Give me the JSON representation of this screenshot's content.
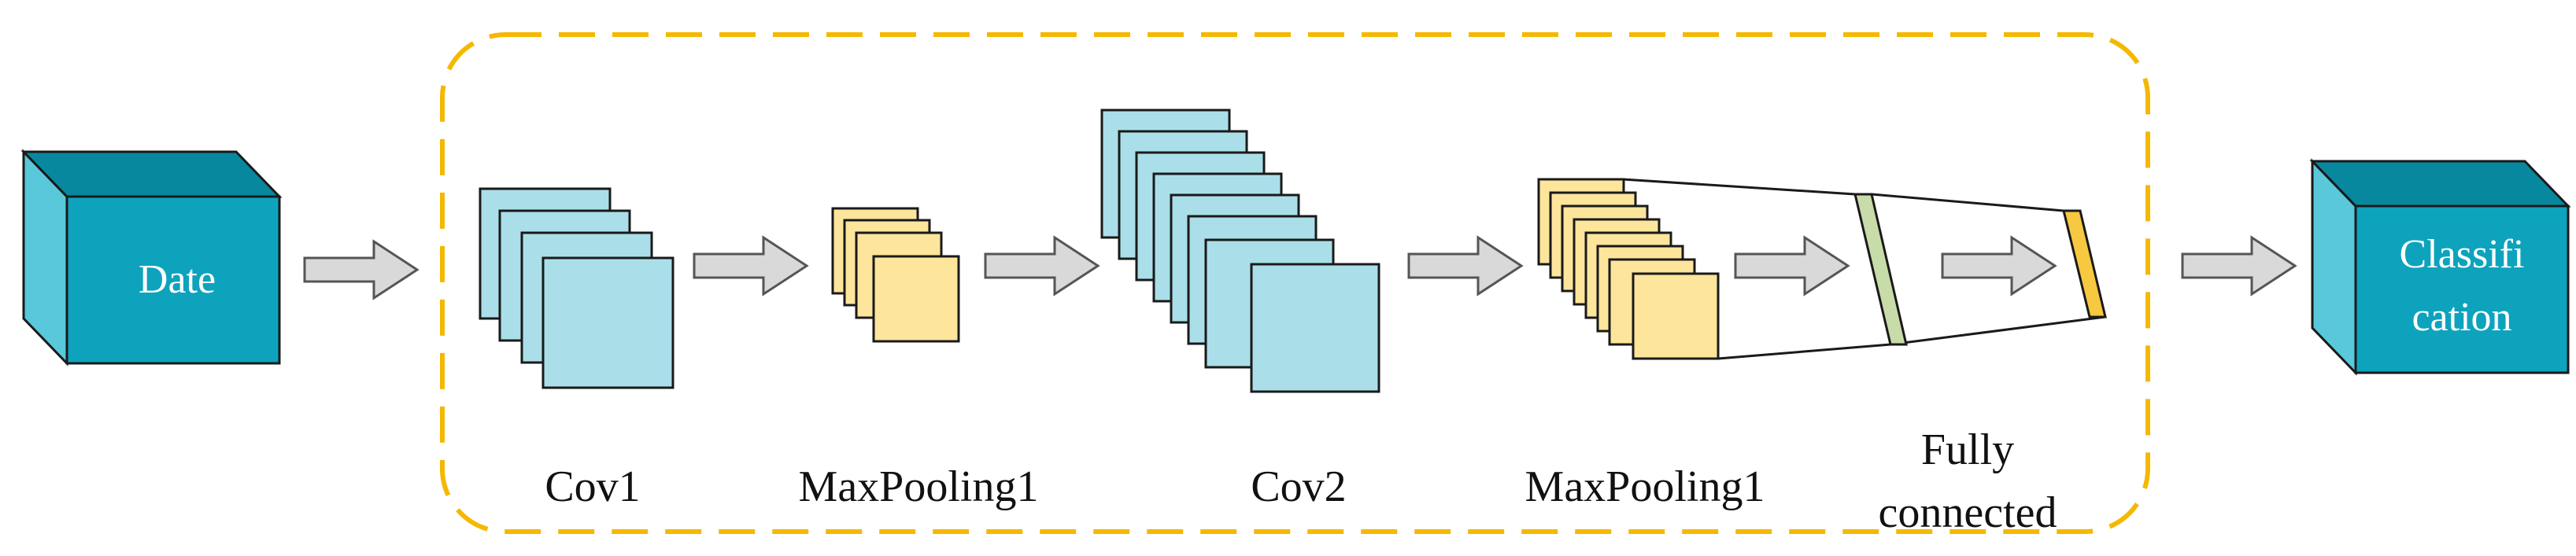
{
  "input_block": {
    "label": "Date"
  },
  "output_block": {
    "label_line1": "Classifi",
    "label_line2": "cation"
  },
  "layers": {
    "cov1": "Cov1",
    "maxpool1": "MaxPooling1",
    "cov2": "Cov2",
    "maxpool2": "MaxPooling1",
    "fc_line1": "Fully",
    "fc_line2": "connected"
  },
  "colors": {
    "conv_fill": "#aadfe9",
    "pool_fill": "#fde59c",
    "box_front": "#0da3bd",
    "box_top": "#07889f",
    "box_side": "#58c8da",
    "arrow_fill": "#d9d9d9",
    "dash_border": "#f5b800",
    "fc_green": "#c8dcaa",
    "fc_yellow": "#f7c940"
  }
}
